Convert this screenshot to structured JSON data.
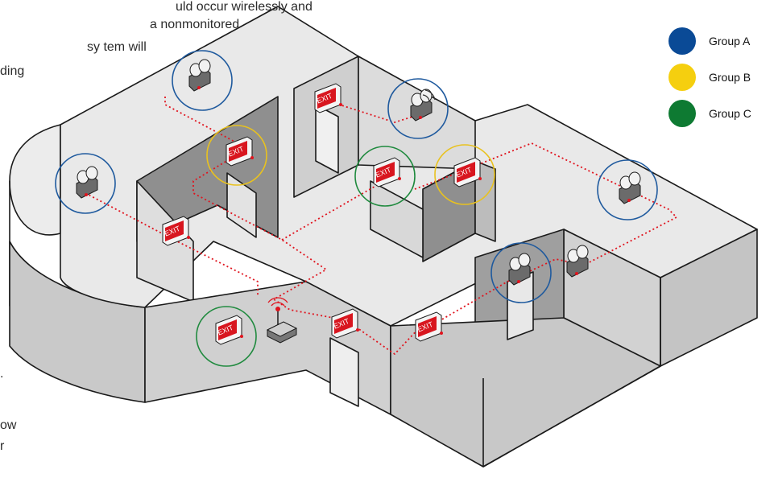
{
  "text_fragments": [
    "uld  occur  wirelessly  and",
    "a  nonmonitored",
    "sy tem will",
    "ding",
    ".",
    "ow",
    "r"
  ],
  "legend": [
    {
      "label": "Group A",
      "color": "#0a4a96"
    },
    {
      "label": "Group B",
      "color": "#f5cf0f"
    },
    {
      "label": "Group C",
      "color": "#0e7a32"
    }
  ],
  "sign_text": "EXIT",
  "colors": {
    "wiring": "#e0141e",
    "group_a_ring": "#1f5a9e",
    "group_b_ring": "#e9c21e",
    "group_c_ring": "#1f8a3e",
    "wall_light": "#e4e4e4",
    "wall_mid": "#cfcfcf",
    "wall_dark": "#9a9a9a",
    "outline": "#1a1a1a"
  }
}
